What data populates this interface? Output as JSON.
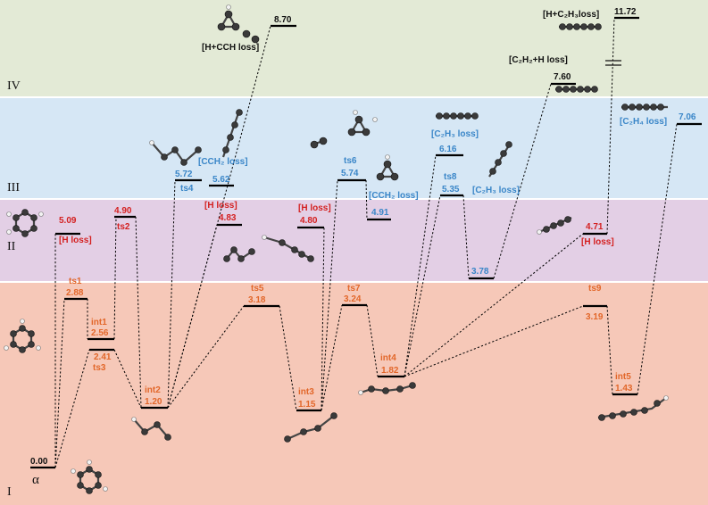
{
  "colors": {
    "band_I": "#f6c8b8",
    "band_II": "#e3cfe5",
    "band_III": "#d6e7f5",
    "band_IV": "#e3ead6",
    "orange": "#e2672a",
    "red": "#d42020",
    "blue": "#3a86c8",
    "black": "#111111"
  },
  "bands": [
    {
      "label": "I"
    },
    {
      "label": "II"
    },
    {
      "label": "III"
    },
    {
      "label": "IV"
    }
  ],
  "alpha": "α",
  "levels": [
    {
      "id": "alpha",
      "value": "0.00",
      "name": "",
      "color": "black"
    },
    {
      "id": "Hloss1",
      "value": "5.09",
      "name": "[H loss]",
      "color": "red"
    },
    {
      "id": "ts1",
      "value": "2.88",
      "name": "ts1",
      "color": "orange"
    },
    {
      "id": "int1",
      "value": "2.56",
      "name": "int1",
      "color": "orange"
    },
    {
      "id": "ts3",
      "value": "2.41",
      "name": "ts3",
      "color": "orange"
    },
    {
      "id": "ts2",
      "value": "4.90",
      "name": "ts2",
      "color": "red"
    },
    {
      "id": "int2",
      "value": "1.20",
      "name": "int2",
      "color": "orange"
    },
    {
      "id": "ts4",
      "value": "5.72",
      "name": "ts4",
      "color": "blue"
    },
    {
      "id": "cch2a",
      "value": "5.62",
      "name": "[CCH₂ loss]",
      "color": "blue"
    },
    {
      "id": "Hloss2",
      "value": "4.83",
      "name": "[H loss]",
      "color": "red"
    },
    {
      "id": "hcch",
      "value": "8.70",
      "name": "[H+CCH loss]",
      "color": "black"
    },
    {
      "id": "ts5",
      "value": "3.18",
      "name": "ts5",
      "color": "orange"
    },
    {
      "id": "int3",
      "value": "1.15",
      "name": "int3",
      "color": "orange"
    },
    {
      "id": "Hloss3",
      "value": "4.80",
      "name": "[H loss]",
      "color": "red"
    },
    {
      "id": "ts6",
      "value": "5.74",
      "name": "ts6",
      "color": "blue"
    },
    {
      "id": "ts7",
      "value": "3.24",
      "name": "ts7",
      "color": "orange"
    },
    {
      "id": "cch2b",
      "value": "4.91",
      "name": "[CCH₂ loss]",
      "color": "blue"
    },
    {
      "id": "int4",
      "value": "1.82",
      "name": "int4",
      "color": "orange"
    },
    {
      "id": "c2h3a",
      "value": "6.16",
      "name": "[C₂H₃ loss]",
      "color": "blue"
    },
    {
      "id": "ts8",
      "value": "5.35",
      "name": "ts8",
      "color": "blue"
    },
    {
      "id": "c2h3b",
      "value": "",
      "name": "[C₂H₃ loss]",
      "color": "blue"
    },
    {
      "id": "v378",
      "value": "3.78",
      "name": "",
      "color": "blue"
    },
    {
      "id": "c2h2h",
      "value": "7.60",
      "name": "[C₂H₂+H loss]",
      "color": "black"
    },
    {
      "id": "Hloss4",
      "value": "4.71",
      "name": "[H loss]",
      "color": "red"
    },
    {
      "id": "ts9",
      "value": "3.19",
      "name": "ts9",
      "color": "orange"
    },
    {
      "id": "int5",
      "value": "1.43",
      "name": "int5",
      "color": "orange"
    },
    {
      "id": "hc2h3",
      "value": "11.72",
      "name": "[H+C₂H₃loss]",
      "color": "black"
    },
    {
      "id": "c2h4",
      "value": "7.06",
      "name": "[C₂H₄ loss]",
      "color": "blue"
    }
  ]
}
